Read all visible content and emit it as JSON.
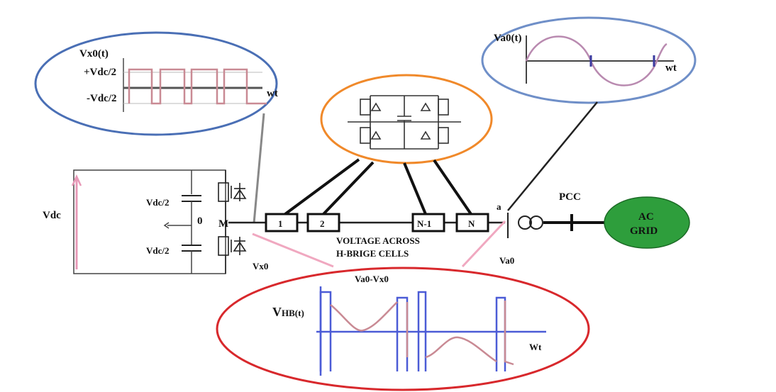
{
  "labels": {
    "vdc": "Vdc",
    "vdc_half_top": "Vdc/2",
    "vdc_half_bottom": "Vdc/2",
    "zero": "0",
    "m_node": "M",
    "vx0": "Vx0",
    "a_node": "a",
    "va0": "Va0",
    "pcc": "PCC",
    "cells_caption_1": "VOLTAGE ACROSS",
    "cells_caption_2": "H-BRIGE CELLS"
  },
  "cells": [
    "1",
    "2",
    "N-1",
    "N"
  ],
  "grid": {
    "line1": "AC",
    "line2": "GRID",
    "color": "#2e9e3c"
  },
  "insets": {
    "vx0": {
      "title": "Vx0(t)",
      "level_high": "+Vdc/2",
      "level_low": "-Vdc/2",
      "axis": "wt",
      "ellipse_color": "#4a6fb5",
      "wave_color": "#c98a94"
    },
    "va0": {
      "title": "Va0(t)",
      "axis": "wt",
      "ellipse_color": "#6f8fc8",
      "wave_color": "#b98ab0"
    },
    "hbridge": {
      "ellipse_color": "#f0892a"
    },
    "vhb": {
      "title": "Va0-Vx0",
      "ylabel_main": "V",
      "ylabel_sub": "HB(t)",
      "axis": "Wt",
      "ellipse_color": "#d8282c",
      "blue": "#4b5bd6",
      "pink": "#c98a94"
    }
  },
  "colors": {
    "pink_link": "#f0a8c0",
    "vdc_arrow": "#e89ab8"
  }
}
